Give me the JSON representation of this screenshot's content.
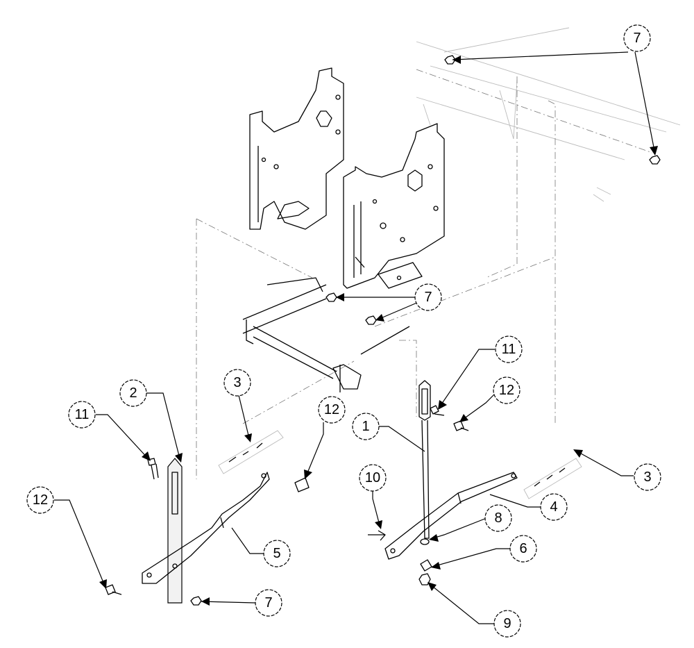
{
  "callouts": {
    "c7_top": "7",
    "c7_mid": "7",
    "c7_bottom": "7",
    "c11_left": "11",
    "c11_right": "11",
    "c12_left": "12",
    "c12_mid": "12",
    "c12_right": "12",
    "c2": "2",
    "c3_left": "3",
    "c3_right": "3",
    "c1": "1",
    "c10": "10",
    "c8": "8",
    "c6": "6",
    "c9": "9",
    "c4": "4",
    "c5": "5"
  }
}
